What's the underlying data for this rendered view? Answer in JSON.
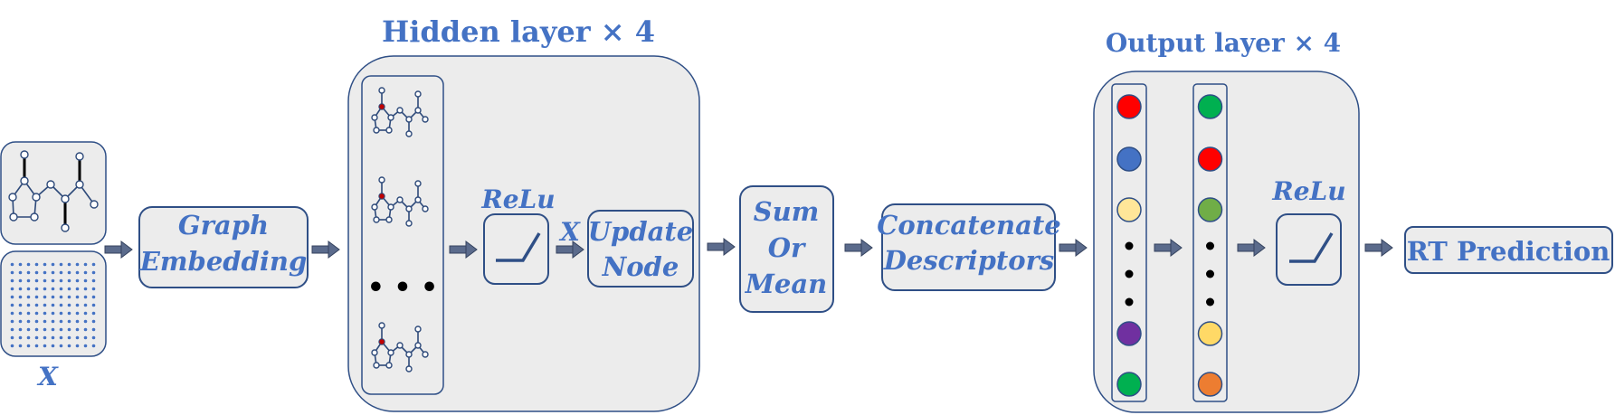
{
  "input": {
    "x_label": "X"
  },
  "embedding": {
    "line1": "Graph",
    "line2": "Embedding"
  },
  "hidden": {
    "title": "Hidden layer × 4",
    "relu_label": "ReLu",
    "x_label": "X",
    "update_line1": "Update",
    "update_line2": "Node",
    "ellipsis": "• • •"
  },
  "pooling": {
    "line1": "Sum",
    "line2": "Or",
    "line3": "Mean"
  },
  "concat": {
    "line1": "Concatenate",
    "line2": "Descriptors"
  },
  "output": {
    "title": "Output layer × 4",
    "relu_label": "ReLu",
    "col1_colors": [
      "#ff0000",
      "#4472c4",
      "#ffe699",
      "#7030a0",
      "#00b050"
    ],
    "col2_colors": [
      "#00b050",
      "#ff0000",
      "#70ad47",
      "#ffd966",
      "#ed7d31"
    ]
  },
  "prediction": {
    "label": "RT Prediction"
  },
  "colors": {
    "text": "#4472c4",
    "border": "#2f4f86",
    "panel_fill": "#ececec",
    "arrow": "#5b6b8c",
    "highlight_atom": "#c00000"
  }
}
